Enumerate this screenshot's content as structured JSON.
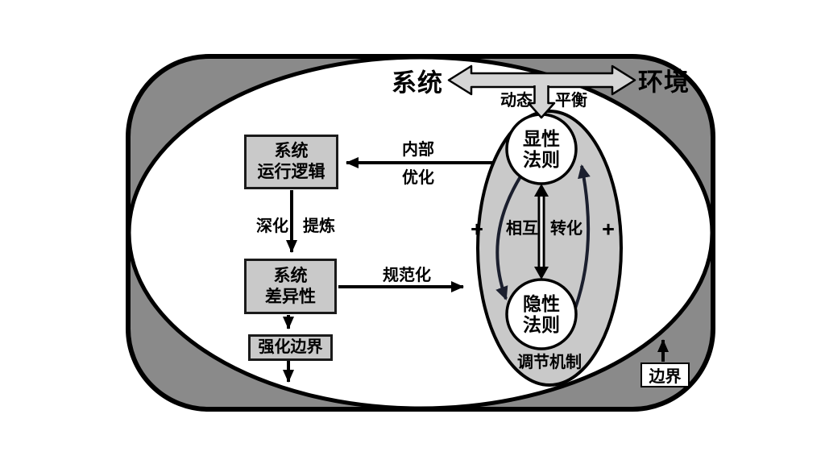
{
  "diagram": {
    "title_labels": {
      "system": "系统",
      "environment": "环境"
    },
    "dynamic_balance": {
      "dynamic": "动态",
      "balance": "平衡"
    },
    "boxes": {
      "operating_logic": {
        "line1": "系统",
        "line2": "运行逻辑"
      },
      "differentiation": {
        "line1": "系统",
        "line2": "差异性"
      },
      "reinforce_boundary": "强化边界",
      "boundary": "边界"
    },
    "circles": {
      "explicit_rule": {
        "line1": "显性",
        "line2": "法则"
      },
      "implicit_rule": {
        "line1": "隐性",
        "line2": "法则"
      }
    },
    "arrow_labels": {
      "internal": "内部",
      "optimization": "优化",
      "deepen": "深化",
      "refine": "提炼",
      "normalization": "规范化",
      "mutual": "相互",
      "transformation": "转化",
      "plus_left": "+",
      "plus_right": "+",
      "regulation_mechanism": "调节机制"
    },
    "colors": {
      "outer": "#8a8a8a",
      "panel": "#c9c9c9",
      "box": "#c9c9c9",
      "boxborder": "#1a1a1a",
      "arrowfill": "#d5d5d5",
      "line": "#000000",
      "curve": "#1b1f2e",
      "white": "#ffffff"
    }
  }
}
